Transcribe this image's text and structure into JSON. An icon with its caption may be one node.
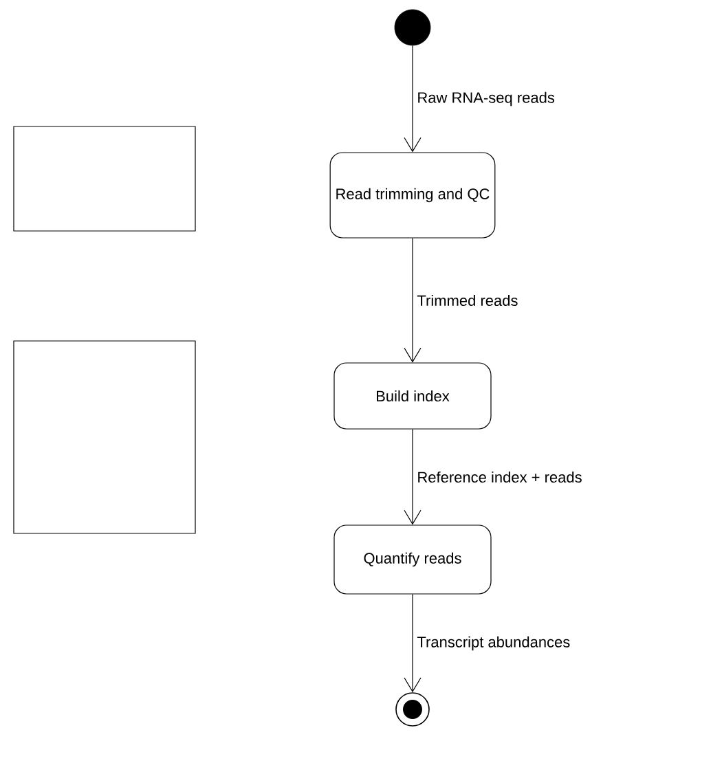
{
  "diagram": {
    "nodes": [
      {
        "text": [],
        "shape": "circle"
      },
      {
        "text": [],
        "shape": "box"
      },
      {
        "text": [
          "Read trimming and QC"
        ]
      },
      {
        "text": [],
        "shape": "box"
      },
      {
        "text": [
          "Build index"
        ]
      },
      {
        "text": [
          "Quantify reads"
        ]
      },
      {
        "text": [],
        "shape": "circle"
      }
    ],
    "edges": [
      {
        "from": 0,
        "to": 2,
        "arrow": "to",
        "label": "Raw RNA-seq reads"
      },
      {
        "from": 2,
        "to": 4,
        "arrow": "to",
        "label": "Trimmed reads"
      },
      {
        "from": 4,
        "to": 5,
        "arrow": "to",
        "label": "Reference index + reads"
      },
      {
        "from": 5,
        "to": 6,
        "arrow": "to",
        "label": "Transcript abundances"
      }
    ]
  }
}
